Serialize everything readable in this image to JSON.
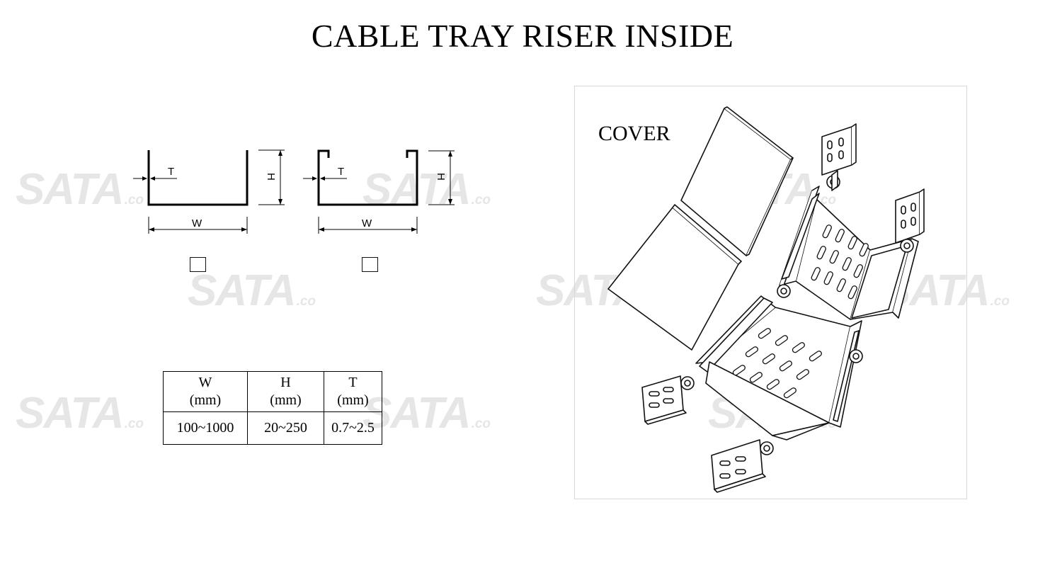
{
  "title": "CABLE TRAY RISER INSIDE",
  "watermark": {
    "text": "SATA",
    "suffix": ".co"
  },
  "profiles": [
    {
      "name": "profile-straight",
      "t_label": "T",
      "h_label": "H",
      "w_label": "W"
    },
    {
      "name": "profile-lipped",
      "t_label": "T",
      "h_label": "H",
      "w_label": "W"
    }
  ],
  "table": {
    "headers": [
      {
        "symbol": "W",
        "unit": "(mm)"
      },
      {
        "symbol": "H",
        "unit": "(mm)"
      },
      {
        "symbol": "T",
        "unit": "(mm)"
      }
    ],
    "rows": [
      [
        "100~1000",
        "20~250",
        "0.7~2.5"
      ]
    ]
  },
  "iso": {
    "cover_label": "COVER"
  },
  "colors": {
    "line": "#000000",
    "watermark": "#e6e6e6"
  }
}
